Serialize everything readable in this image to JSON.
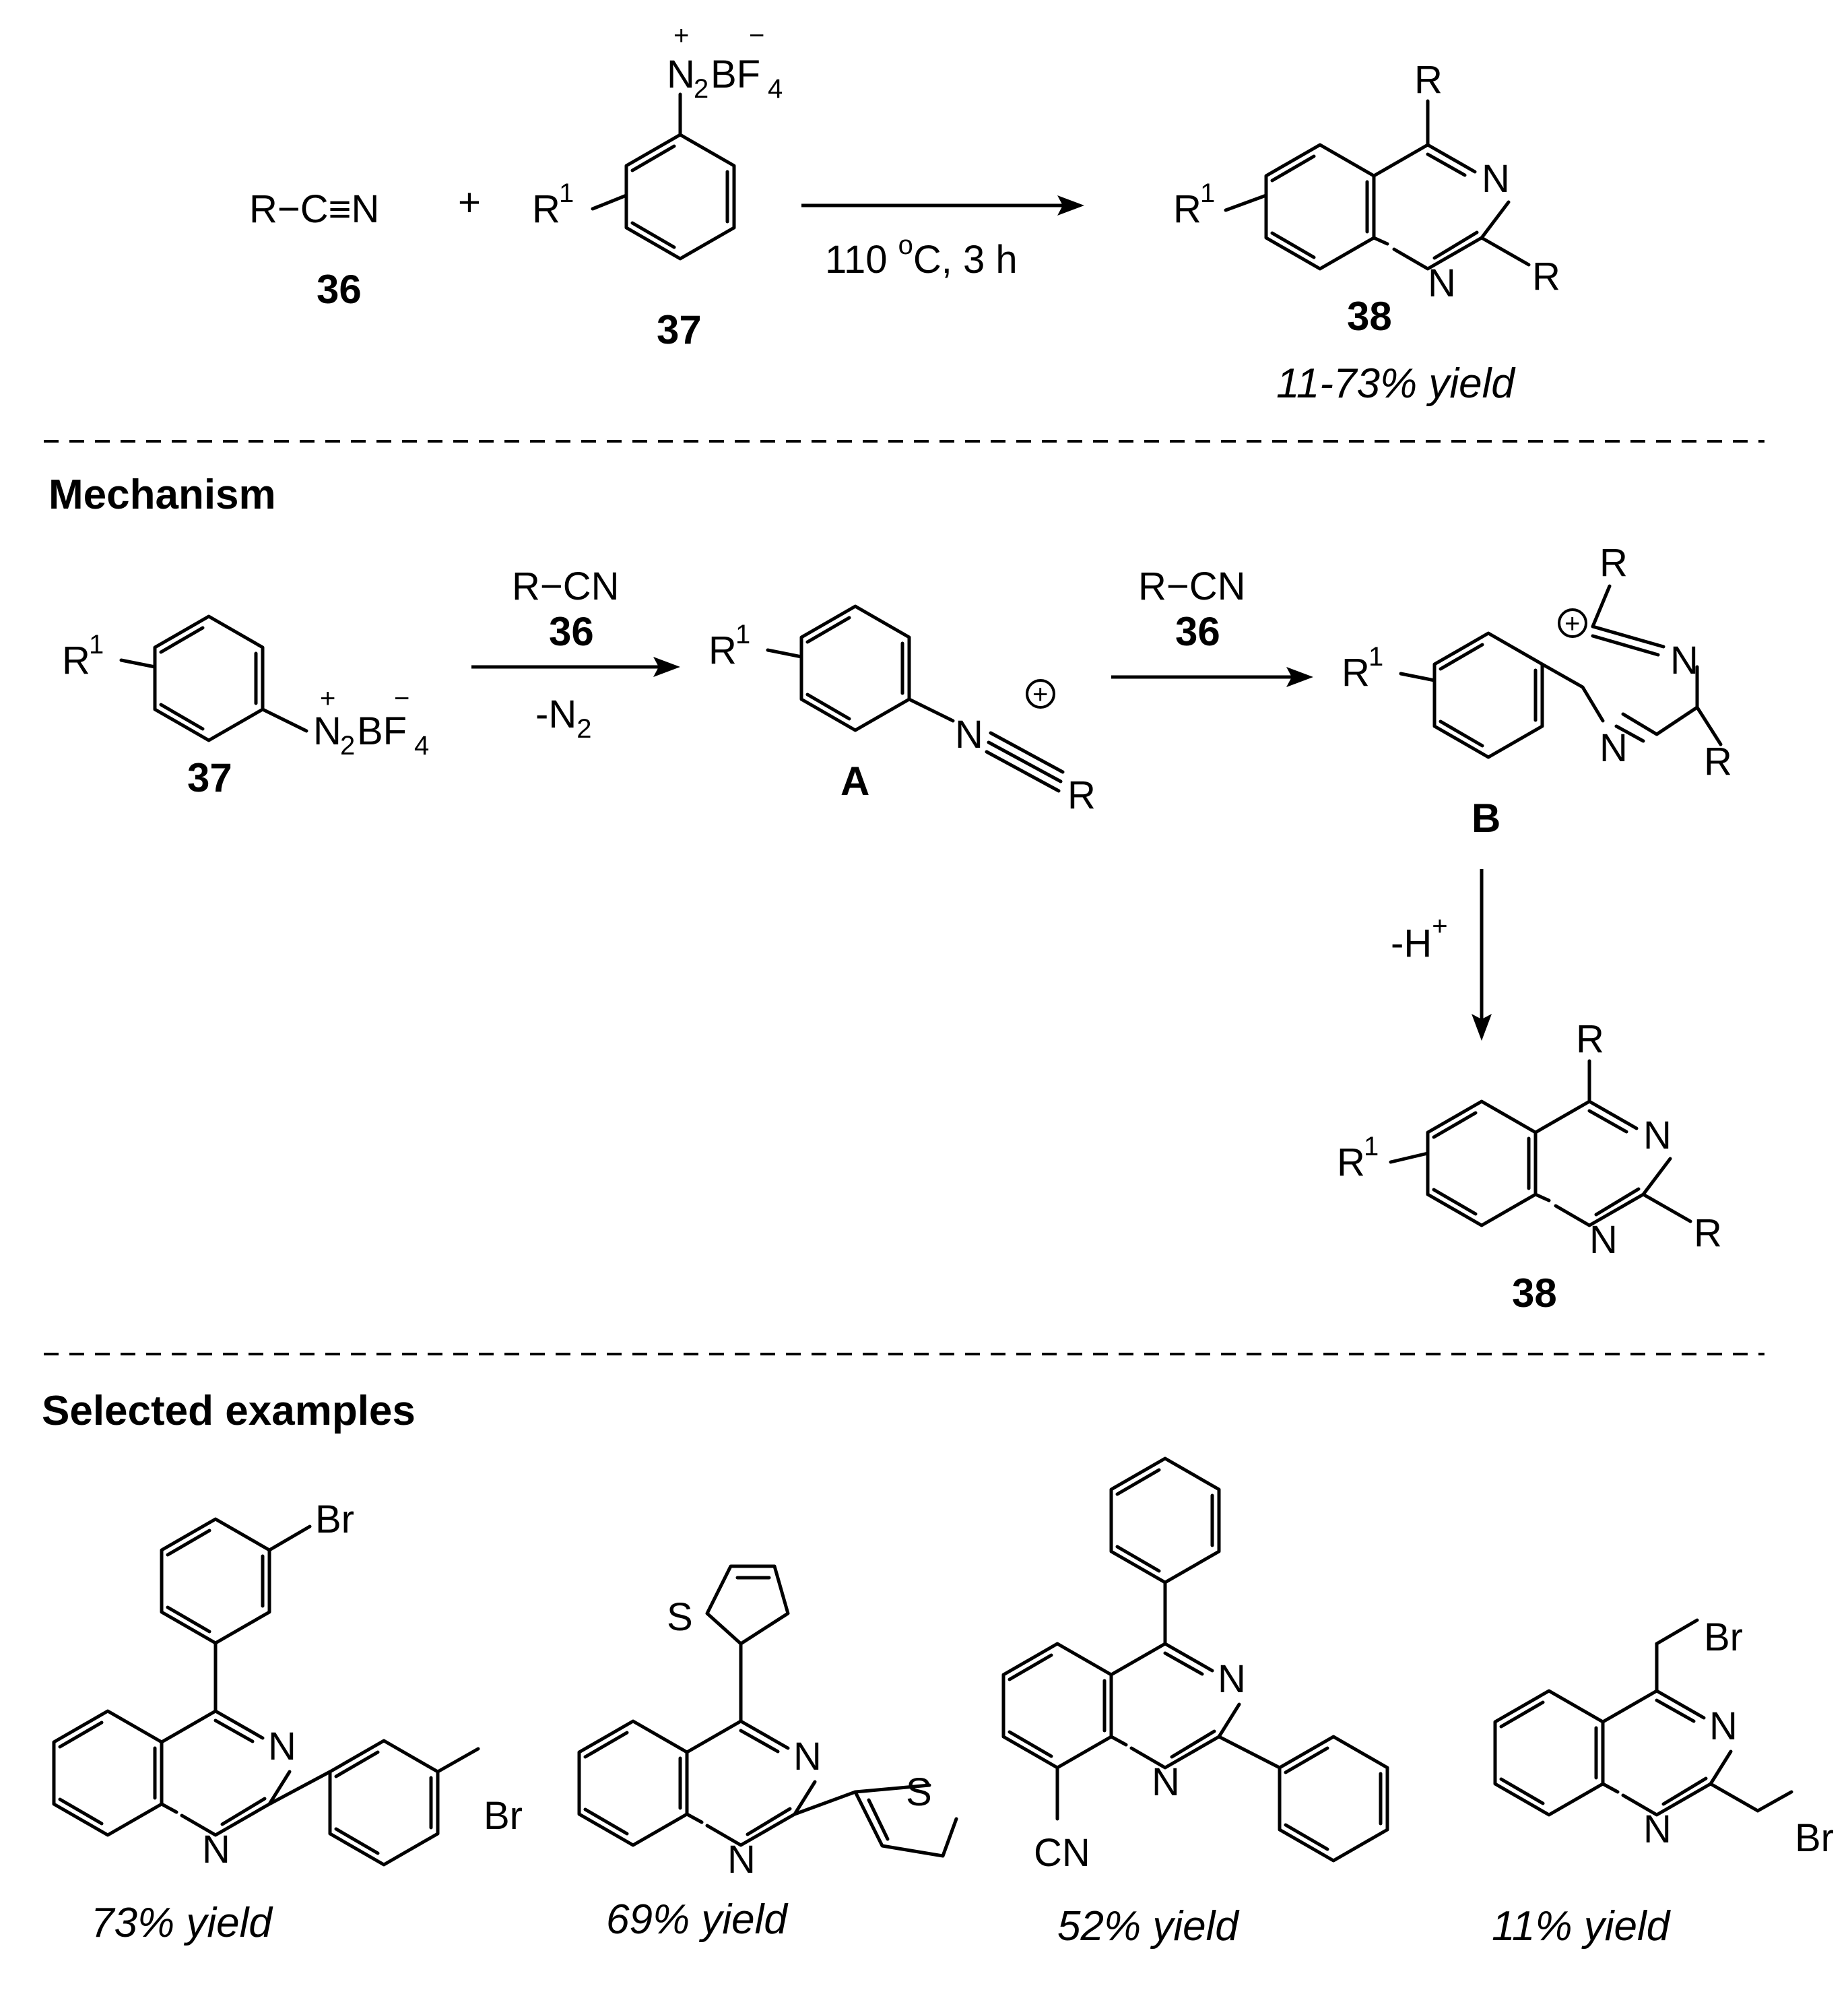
{
  "reaction": {
    "reagent_36": "R−C≡N",
    "plus": "+",
    "diazonium_n2": "N",
    "diazonium_n2_sub": "2",
    "diazonium_bf": "BF",
    "diazonium_bf_sub": "4",
    "plus_charge": "+",
    "minus_charge": "−",
    "r1": "R",
    "r1_sup": "1",
    "conditions_temp": "110 ",
    "conditions_deg": "o",
    "conditions_rest": "C, 3 h",
    "label_36": "36",
    "label_37": "37",
    "label_38": "38",
    "product_yield": "11-73% yield",
    "atom_R": "R",
    "atom_N": "N"
  },
  "mechanism": {
    "heading": "Mechanism",
    "step1_reagent": "R−CN",
    "step1_reagent_label": "36",
    "step1_byproduct": "-N",
    "step1_byproduct_sub": "2",
    "step2_reagent": "R−CN",
    "step2_reagent_label": "36",
    "step3_loss": "-H",
    "step3_loss_sup": "+",
    "intermediate_A": "A",
    "intermediate_B": "B",
    "label_37": "37",
    "label_38": "38",
    "cation_symbol": "+"
  },
  "examples": {
    "heading": "Selected examples",
    "items": [
      {
        "substituent": "Br",
        "yield": "73% yield"
      },
      {
        "substituent": "S",
        "yield": "69% yield"
      },
      {
        "substituent": "CN",
        "yield": "52% yield"
      },
      {
        "substituent": "Br",
        "yield": "11% yield"
      }
    ]
  }
}
